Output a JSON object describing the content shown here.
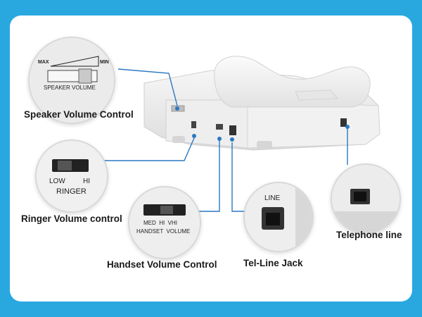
{
  "labels": {
    "speaker_volume_control": "Speaker Volume Control",
    "ringer_volume_control": "Ringer Volume control",
    "handset_volume_control": "Handset Volume Control",
    "tel_line_jack": "Tel-Line Jack",
    "telephone_line": "Telephone line"
  },
  "speaker_zoom": {
    "max": "MAX",
    "min": "MIN",
    "caption": "SPEAKER VOLUME"
  },
  "ringer_zoom": {
    "low": "LOW",
    "hi": "HI",
    "caption": "RINGER"
  },
  "handset_zoom": {
    "levels": "MED  HI  VHI",
    "caption": "HANDSET  VOLUME"
  },
  "line_zoom": {
    "caption": "LINE"
  },
  "colors": {
    "background": "#29a8e0",
    "card": "#ffffff",
    "leader_line": "#2a78c2",
    "phone_body": "#ececec"
  }
}
